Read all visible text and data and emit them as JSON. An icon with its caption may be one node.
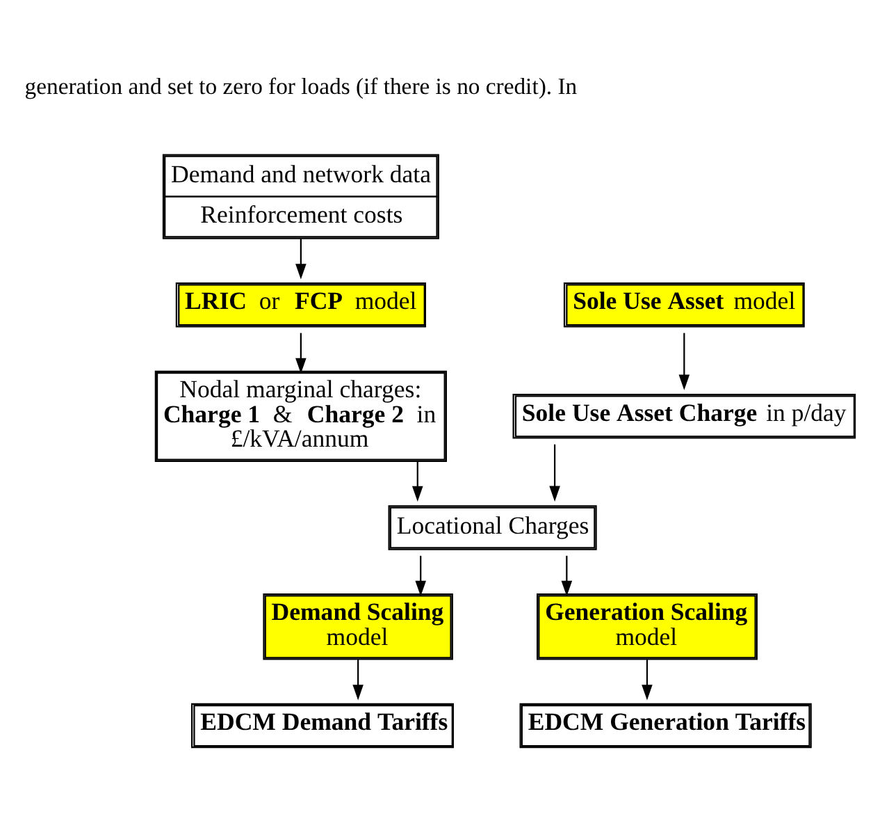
{
  "diagram": {
    "nodes": [
      {
        "text": [
          "Demand and network data",
          "Reinforcement costs"
        ]
      },
      {
        "text": [
          "**LRIC** or **FCP** model"
        ]
      },
      {
        "text": [
          "Nodal marginal charges: **Charge 1** & **Charge 2** in £/kVA/annum"
        ]
      },
      {
        "text": [
          "**Sole Use Asset** model"
        ]
      },
      {
        "text": [
          "**Sole Use Asset Charge** in p/day"
        ]
      },
      {
        "text": [
          "Locational Charges"
        ]
      },
      {
        "text": [
          "**Demand Scaling** model"
        ]
      },
      {
        "text": [
          "**Generation Scaling** model"
        ]
      },
      {
        "text": [
          "EDCM Demand Tariffs"
        ]
      },
      {
        "text": [
          "EDCM Generation Tariffs"
        ]
      }
    ],
    "edges": [
      {
        "from": 0,
        "to": 1,
        "arrow": "to"
      },
      {
        "from": 1,
        "to": 2,
        "arrow": "to"
      },
      {
        "from": 2,
        "to": 5,
        "arrow": "to"
      },
      {
        "from": 3,
        "to": 4,
        "arrow": "to"
      },
      {
        "from": 4,
        "to": 5,
        "arrow": "to"
      },
      {
        "from": 5,
        "to": 6,
        "arrow": "to"
      },
      {
        "from": 5,
        "to": 7,
        "arrow": "to"
      },
      {
        "from": 6,
        "to": 8,
        "arrow": "to"
      },
      {
        "from": 7,
        "to": 9,
        "arrow": "to"
      }
    ],
    "labels": [
      "generation and set to zero for loads (if there is no credit). In"
    ]
  }
}
